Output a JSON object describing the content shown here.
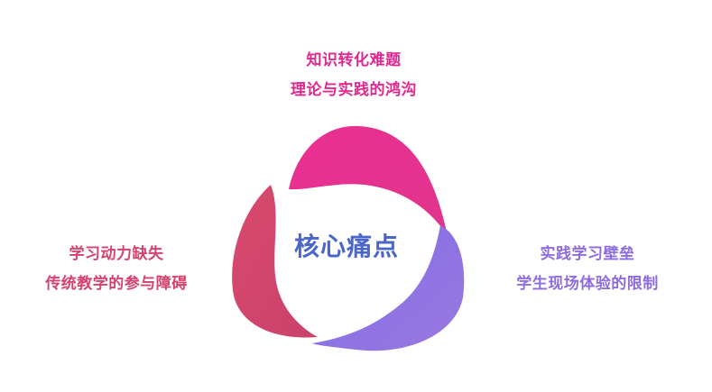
{
  "center": {
    "title": "核心痛点"
  },
  "segments": [
    {
      "id": "top",
      "title": "知识转化难题",
      "subtitle": "理论与实践的鸿沟",
      "color": "#E52E8E"
    },
    {
      "id": "right",
      "title": "实践学习壁垒",
      "subtitle": "学生现场体验的限制",
      "color": "#8B73E2"
    },
    {
      "id": "left",
      "title": "学习动力缺失",
      "subtitle": "传统教学的参与障碍",
      "color": "#D4466F"
    }
  ]
}
